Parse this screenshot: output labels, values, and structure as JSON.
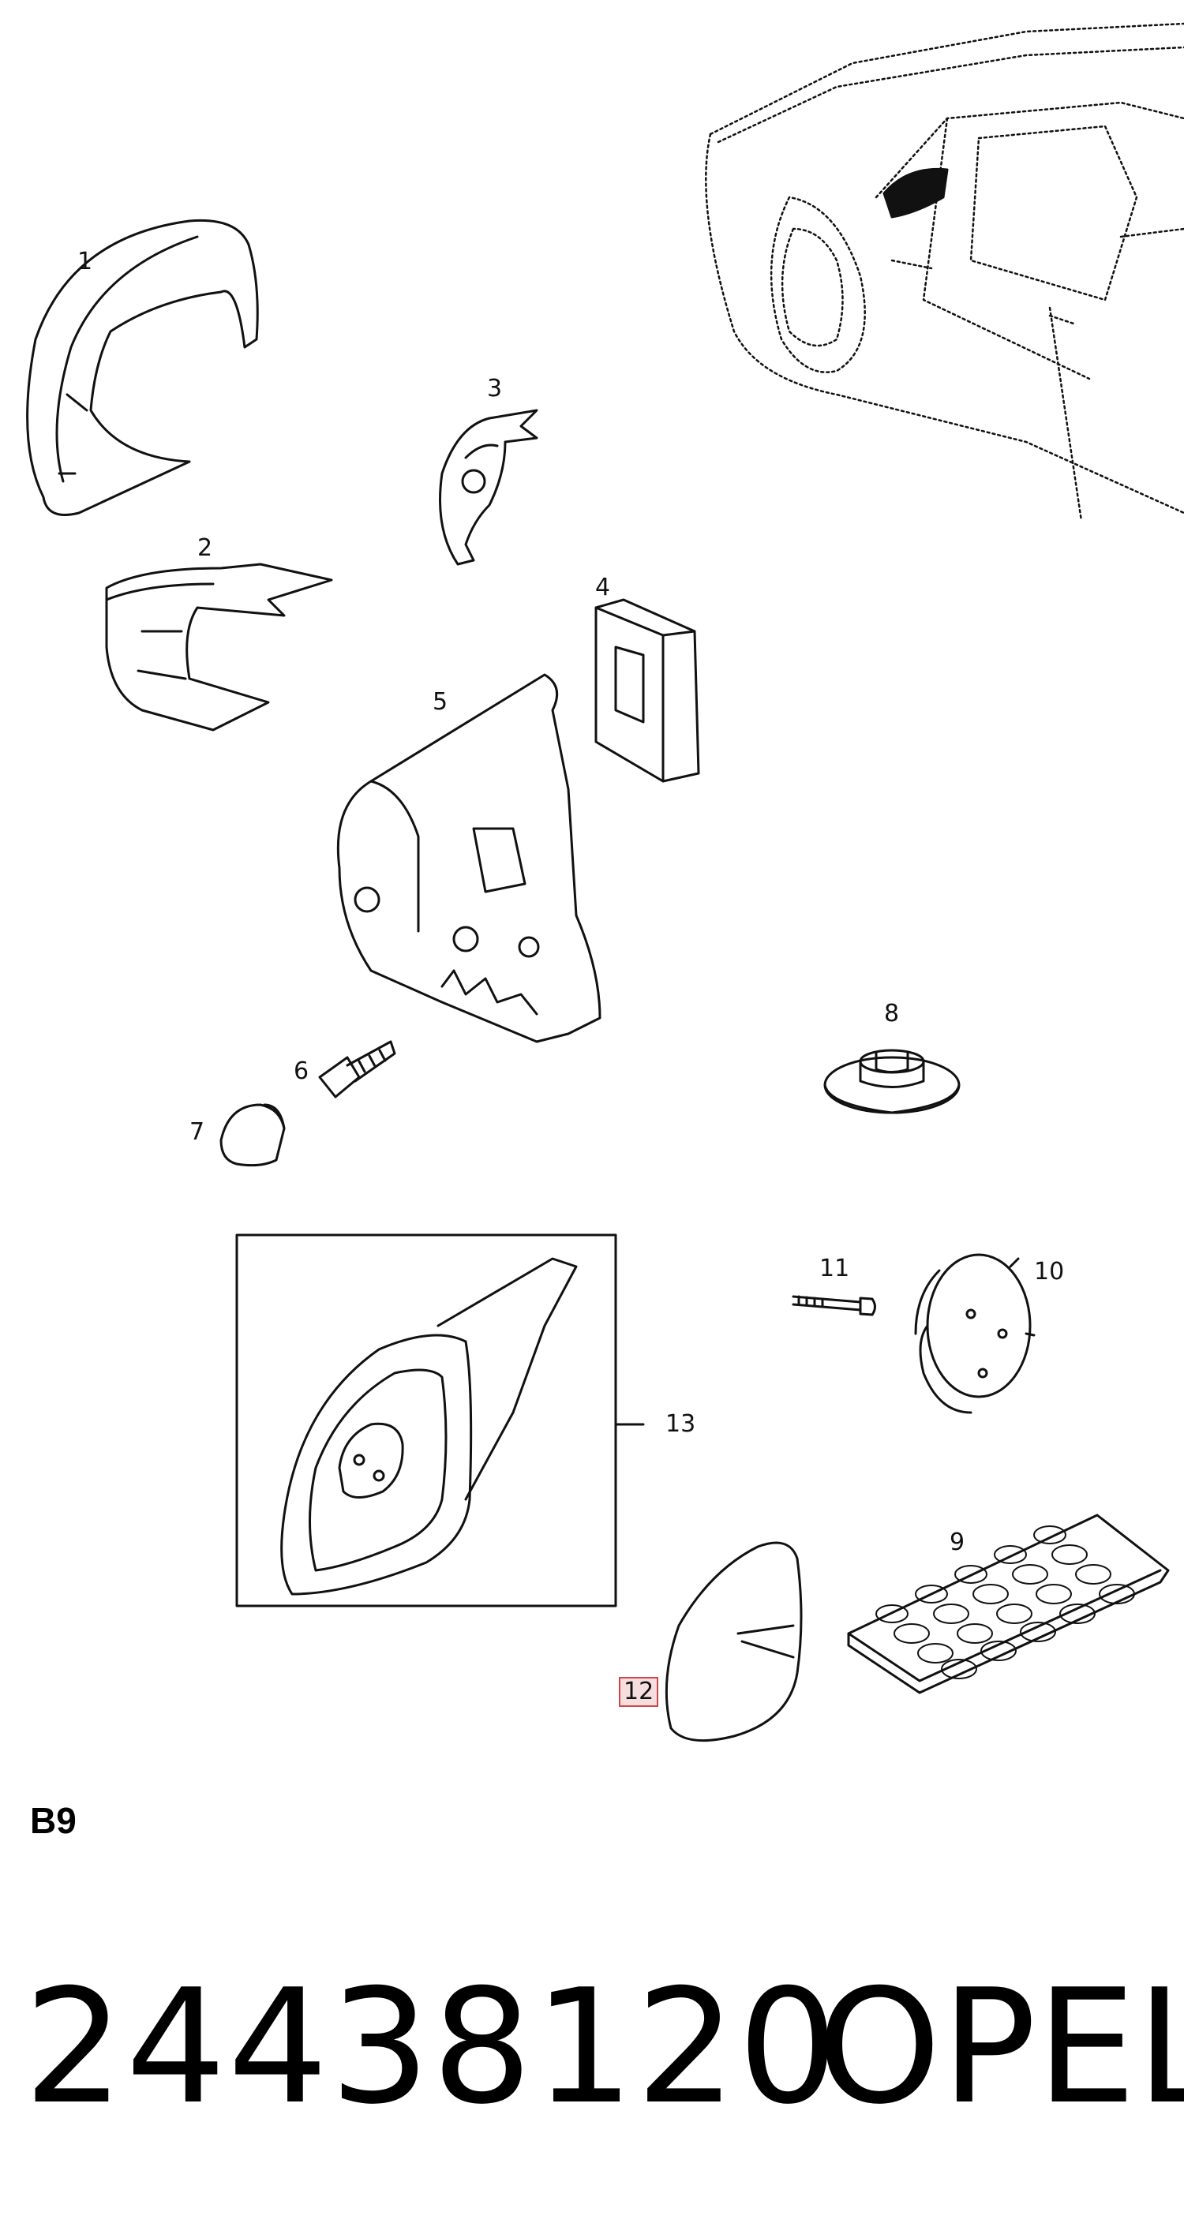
{
  "callouts": {
    "c1": "1",
    "c2": "2",
    "c3": "3",
    "c4": "4",
    "c5": "5",
    "c6": "6",
    "c7": "7",
    "c8": "8",
    "c9": "9",
    "c10": "10",
    "c11": "11",
    "c12": "12",
    "c13": "13"
  },
  "highlighted_callout": "12",
  "section_code": "B9",
  "part_number": "24438120",
  "brand": "OPEL",
  "colors": {
    "line": "#111111",
    "highlight_border": "#d04848",
    "highlight_fill": "#f7dede"
  }
}
